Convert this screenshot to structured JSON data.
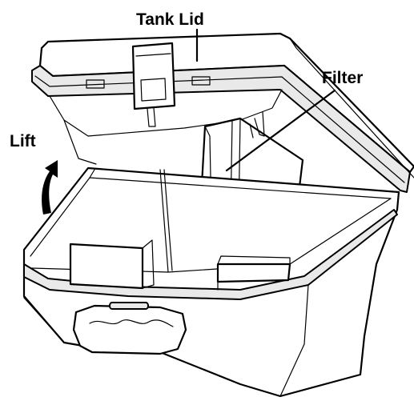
{
  "labels": {
    "tank_lid": "Tank Lid",
    "filter": "Filter",
    "lift": "Lift"
  },
  "colors": {
    "line": "#000000",
    "background": "#ffffff"
  }
}
